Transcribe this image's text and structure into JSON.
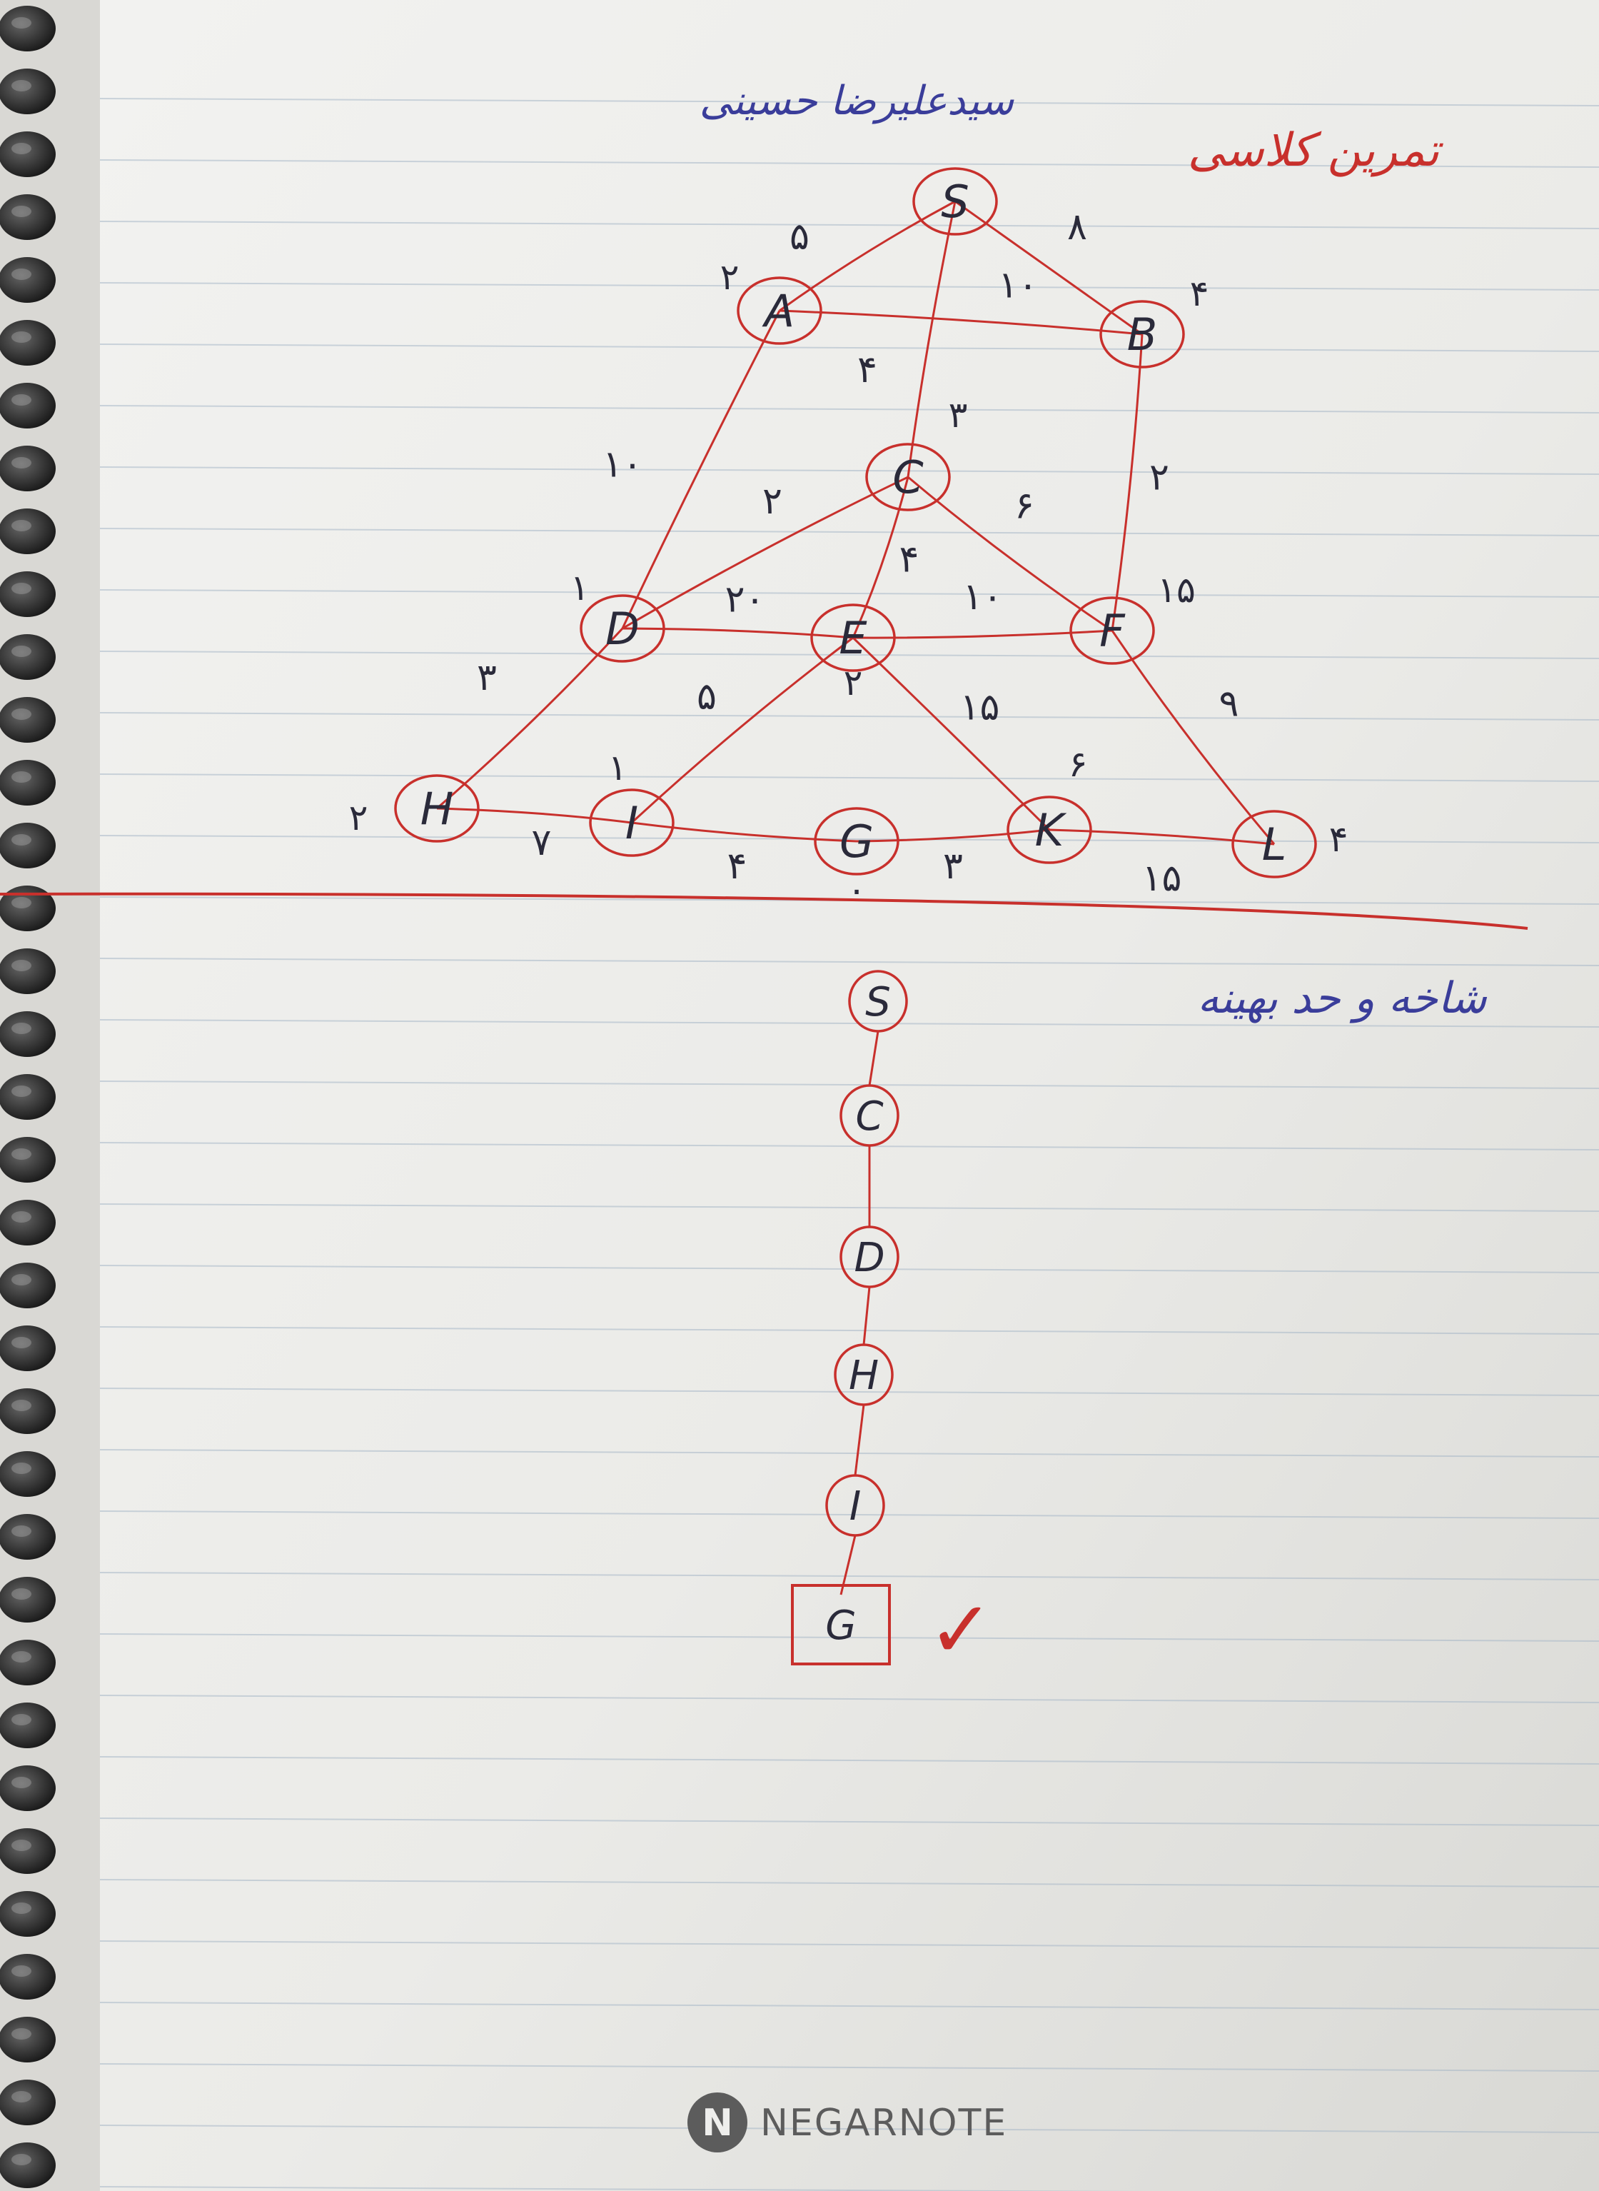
{
  "header": {
    "author_name": "سیدعلیرضا حسینی",
    "exercise_title": "تمرین کلاسی"
  },
  "colors": {
    "ink_red": "#c8302c",
    "ink_blue": "#3a3d9a",
    "paper": "#eeeeec",
    "rule_line": "#a8b8c8",
    "logo_gray": "#5c5c5c"
  },
  "graph": {
    "nodes": [
      {
        "id": "S",
        "label": "S",
        "heuristic": ""
      },
      {
        "id": "A",
        "label": "A",
        "heuristic": "۲"
      },
      {
        "id": "B",
        "label": "B",
        "heuristic": "۴"
      },
      {
        "id": "C",
        "label": "C",
        "heuristic": "۳"
      },
      {
        "id": "D",
        "label": "D",
        "heuristic": "۱"
      },
      {
        "id": "E",
        "label": "E",
        "heuristic": "۲"
      },
      {
        "id": "F",
        "label": "F",
        "heuristic": "۱۵"
      },
      {
        "id": "H",
        "label": "H",
        "heuristic": "۲"
      },
      {
        "id": "I",
        "label": "I",
        "heuristic": "۱"
      },
      {
        "id": "G",
        "label": "G",
        "heuristic": "۰"
      },
      {
        "id": "K",
        "label": "K",
        "heuristic": "۶"
      },
      {
        "id": "L",
        "label": "L",
        "heuristic": "۴"
      }
    ],
    "edges": [
      {
        "from": "S",
        "to": "A",
        "weight": "۵"
      },
      {
        "from": "S",
        "to": "B",
        "weight": "۸"
      },
      {
        "from": "S",
        "to": "C",
        "weight": "۴"
      },
      {
        "from": "A",
        "to": "B",
        "weight": "۱۰"
      },
      {
        "from": "A",
        "to": "D",
        "weight": "۱۰"
      },
      {
        "from": "B",
        "to": "F",
        "weight": "۲"
      },
      {
        "from": "C",
        "to": "D",
        "weight": "۲"
      },
      {
        "from": "C",
        "to": "E",
        "weight": "۴"
      },
      {
        "from": "C",
        "to": "F",
        "weight": "۶"
      },
      {
        "from": "D",
        "to": "E",
        "weight": "۲۰"
      },
      {
        "from": "E",
        "to": "F",
        "weight": "۱۰"
      },
      {
        "from": "D",
        "to": "H",
        "weight": "۳"
      },
      {
        "from": "E",
        "to": "I",
        "weight": "۵"
      },
      {
        "from": "E",
        "to": "K",
        "weight": "۱۵"
      },
      {
        "from": "F",
        "to": "L",
        "weight": "۹"
      },
      {
        "from": "H",
        "to": "I",
        "weight": "۷"
      },
      {
        "from": "I",
        "to": "G",
        "weight": "۴"
      },
      {
        "from": "G",
        "to": "K",
        "weight": "۳"
      },
      {
        "from": "K",
        "to": "L",
        "weight": "۱۵"
      }
    ]
  },
  "tree": {
    "title": "شاخه و حد بهینه",
    "path": [
      {
        "label": "S",
        "shape": "circle"
      },
      {
        "label": "C",
        "shape": "circle"
      },
      {
        "label": "D",
        "shape": "circle"
      },
      {
        "label": "H",
        "shape": "circle"
      },
      {
        "label": "I",
        "shape": "circle"
      },
      {
        "label": "G",
        "shape": "square"
      }
    ],
    "goal_mark": "✓"
  },
  "brand": {
    "name": "NEGARNOTE",
    "logo_letter": "N"
  }
}
